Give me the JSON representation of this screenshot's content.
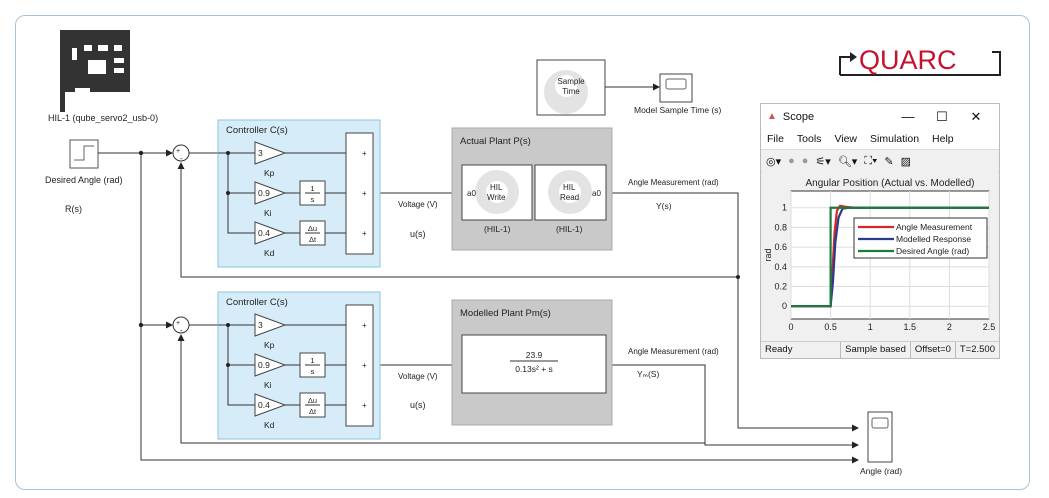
{
  "hil_board": {
    "label": "HIL-1 (qube_servo2_usb-0)"
  },
  "logo": {
    "text": "QUARC",
    "color": "#c8102e"
  },
  "source": {
    "label": "Desired Angle (rad)",
    "signal": "R(s)"
  },
  "sample_time": {
    "block": [
      "Sample",
      "Time"
    ],
    "scope_label": "Model Sample Time (s)"
  },
  "controller1": {
    "title": "Controller C(s)",
    "kp": "3",
    "ki": "0.9",
    "kd": "0.4",
    "kp_label": "Kp",
    "ki_label": "Ki",
    "kd_label": "Kd",
    "integrator_num": "1",
    "integrator_den": "s",
    "deriv_num": "Δu",
    "deriv_den": "Δt",
    "plus": "+"
  },
  "controller2": {
    "title": "Controller C(s)",
    "kp": "3",
    "ki": "0.9",
    "kd": "0.4",
    "kp_label": "Kp",
    "ki_label": "Ki",
    "kd_label": "Kd",
    "integrator_num": "1",
    "integrator_den": "s",
    "deriv_num": "Δu",
    "deriv_den": "Δt",
    "plus": "+"
  },
  "signals": {
    "voltage": "Voltage (V)",
    "u": "u(s)",
    "angle_meas": "Angle Measurement (rad)",
    "y": "Y(s)",
    "ym": "Yₘ(S)",
    "sum_plus": "+",
    "sum_minus": "-"
  },
  "actual_plant": {
    "title": "Actual Plant P(s)",
    "write": [
      "HIL",
      "Write"
    ],
    "read": [
      "HIL",
      "Read"
    ],
    "port": "a0",
    "hil_label": "(HIL-1)"
  },
  "model_plant": {
    "title": "Modelled Plant Pm(s)",
    "num": "23.9",
    "den": "0.13s² + s"
  },
  "angle_scope": {
    "label": "Angle (rad)"
  },
  "scope": {
    "title": "Scope",
    "window_controls": [
      "—",
      "☐",
      "✕"
    ],
    "menu": [
      "File",
      "Tools",
      "View",
      "Simulation",
      "Help"
    ],
    "status": {
      "state": "Ready",
      "mode": "Sample based",
      "offset": "Offset=0",
      "time": "T=2.500"
    }
  },
  "chart_data": {
    "type": "line",
    "title": "Angular Position (Actual vs. Modelled)",
    "xlabel": "",
    "ylabel": "rad",
    "xlim": [
      0,
      2.5
    ],
    "ylim": [
      -0.13,
      1.17
    ],
    "xticks": [
      0,
      0.5,
      1,
      1.5,
      2,
      2.5
    ],
    "xtick_labels": [
      "0",
      "0.5",
      "1",
      "1.5",
      "2",
      "2.5"
    ],
    "yticks": [
      0,
      0.2,
      0.4,
      0.6,
      0.8,
      1
    ],
    "ytick_labels": [
      "0",
      "0.2",
      "0.4",
      "0.6",
      "0.8",
      "1"
    ],
    "grid": true,
    "legend": "center-right",
    "series": [
      {
        "name": "Angle Measurement",
        "color": "#d62728",
        "x": [
          0,
          0.5,
          0.52,
          0.55,
          0.58,
          0.62,
          0.68,
          0.8,
          1,
          2.5
        ],
        "y": [
          0,
          0,
          0.3,
          0.75,
          0.97,
          1.02,
          1.01,
          1.0,
          1.0,
          1.0
        ]
      },
      {
        "name": "Modelled Response",
        "color": "#2a3a8c",
        "x": [
          0,
          0.5,
          0.53,
          0.56,
          0.6,
          0.65,
          0.72,
          0.85,
          1,
          2.5
        ],
        "y": [
          0,
          0,
          0.25,
          0.65,
          0.9,
          0.99,
          1.0,
          1.0,
          1.0,
          1.0
        ]
      },
      {
        "name": "Desired Angle (rad)",
        "color": "#1e7a3c",
        "x": [
          0,
          0.5,
          0.5,
          2.5
        ],
        "y": [
          0,
          0,
          1,
          1
        ]
      }
    ]
  }
}
